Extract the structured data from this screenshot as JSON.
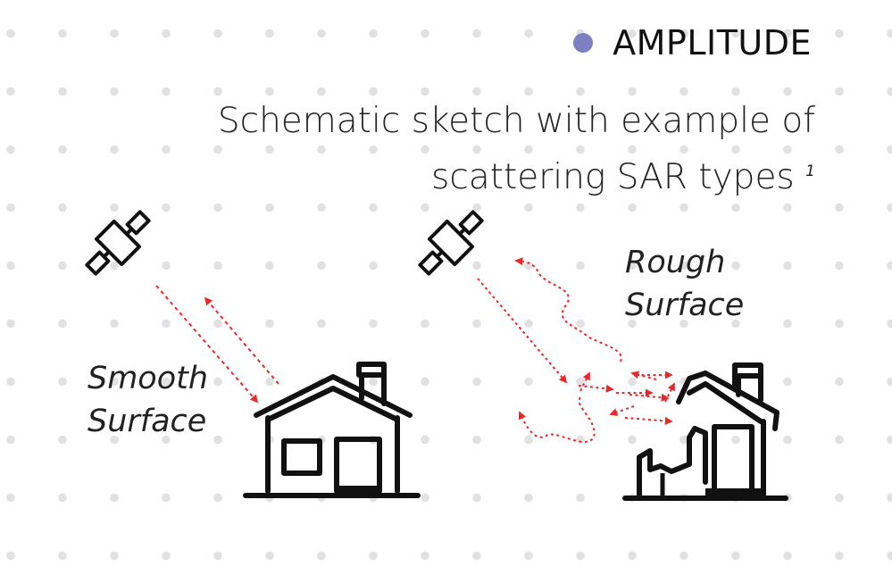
{
  "header": {
    "title": "AMPLITUDE",
    "accent_color": "#7d80c0"
  },
  "subtitle": {
    "line1": "Schematic sketch with example of",
    "line2": "scattering SAR types",
    "footnote": "1"
  },
  "labels": {
    "smooth": [
      "Smooth",
      "Surface"
    ],
    "rough": [
      "Rough",
      "Surface"
    ]
  },
  "colors": {
    "arrow": "#e8282a",
    "ink": "#111111"
  },
  "icons": [
    "satellite-icon",
    "house-icon",
    "damaged-house-icon"
  ]
}
